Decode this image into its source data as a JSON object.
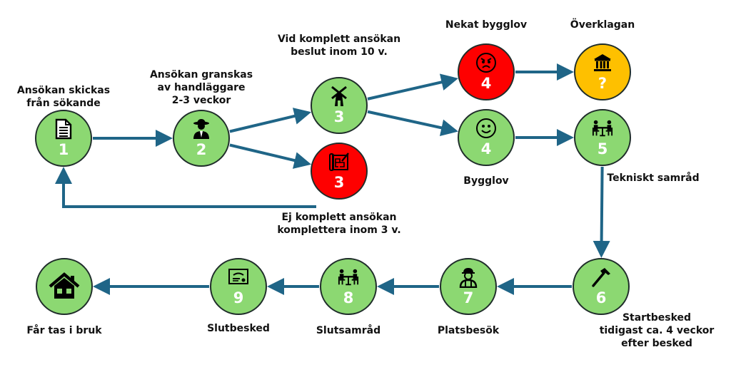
{
  "colors": {
    "green": "#8cd872",
    "red": "#fe0000",
    "amber": "#fec000",
    "arrow": "#1f6587",
    "border": "#1f2d2a"
  },
  "nodes": [
    {
      "id": "n1",
      "number": "1",
      "color": "green",
      "icon": "document-icon",
      "label": [
        "Ansökan skickas",
        "från sökande"
      ]
    },
    {
      "id": "n2",
      "number": "2",
      "color": "green",
      "icon": "agent-icon",
      "label": [
        "Ansökan granskas",
        "av handläggare",
        "2-3 veckor"
      ]
    },
    {
      "id": "n3",
      "number": "3",
      "color": "green",
      "icon": "windmill-icon",
      "label": [
        "Vid komplett ansökan",
        "beslut inom 10 v."
      ]
    },
    {
      "id": "n3r",
      "number": "3",
      "color": "red",
      "icon": "blueprint-icon",
      "label": [
        "Ej komplett ansökan",
        "komplettera inom 3 v."
      ]
    },
    {
      "id": "n4r",
      "number": "4",
      "color": "red",
      "icon": "angry-face-icon",
      "label": [
        "Nekat bygglov"
      ]
    },
    {
      "id": "nq",
      "number": "?",
      "color": "amber",
      "icon": "courthouse-icon",
      "label": [
        "Överklagan"
      ]
    },
    {
      "id": "n4g",
      "number": "4",
      "color": "green",
      "icon": "smiley-icon",
      "label": [
        "Bygglov"
      ]
    },
    {
      "id": "n5",
      "number": "5",
      "color": "green",
      "icon": "meeting-icon",
      "label": [
        "Tekniskt samråd"
      ]
    },
    {
      "id": "n6",
      "number": "6",
      "color": "green",
      "icon": "hammer-icon",
      "label": [
        "Startbesked",
        "tidigast ca. 4 veckor",
        "efter besked"
      ]
    },
    {
      "id": "n7",
      "number": "7",
      "color": "green",
      "icon": "worker-icon",
      "label": [
        "Platsbesök"
      ]
    },
    {
      "id": "n8",
      "number": "8",
      "color": "green",
      "icon": "meeting-icon",
      "label": [
        "Slutsamråd"
      ]
    },
    {
      "id": "n9",
      "number": "9",
      "color": "green",
      "icon": "certificate-icon",
      "label": [
        "Slutbesked"
      ]
    },
    {
      "id": "nh",
      "number": "",
      "color": "green",
      "icon": "house-icon",
      "label": [
        "Får tas i bruk"
      ]
    }
  ],
  "edges": [
    {
      "from": "n1",
      "to": "n2"
    },
    {
      "from": "n2",
      "to": "n3"
    },
    {
      "from": "n2",
      "to": "n3r"
    },
    {
      "from": "n3r",
      "to": "n1"
    },
    {
      "from": "n3",
      "to": "n4r"
    },
    {
      "from": "n3",
      "to": "n4g"
    },
    {
      "from": "n4r",
      "to": "nq"
    },
    {
      "from": "n4g",
      "to": "n5"
    },
    {
      "from": "n5",
      "to": "n6"
    },
    {
      "from": "n6",
      "to": "n7"
    },
    {
      "from": "n7",
      "to": "n8"
    },
    {
      "from": "n8",
      "to": "n9"
    },
    {
      "from": "n9",
      "to": "nh"
    }
  ]
}
